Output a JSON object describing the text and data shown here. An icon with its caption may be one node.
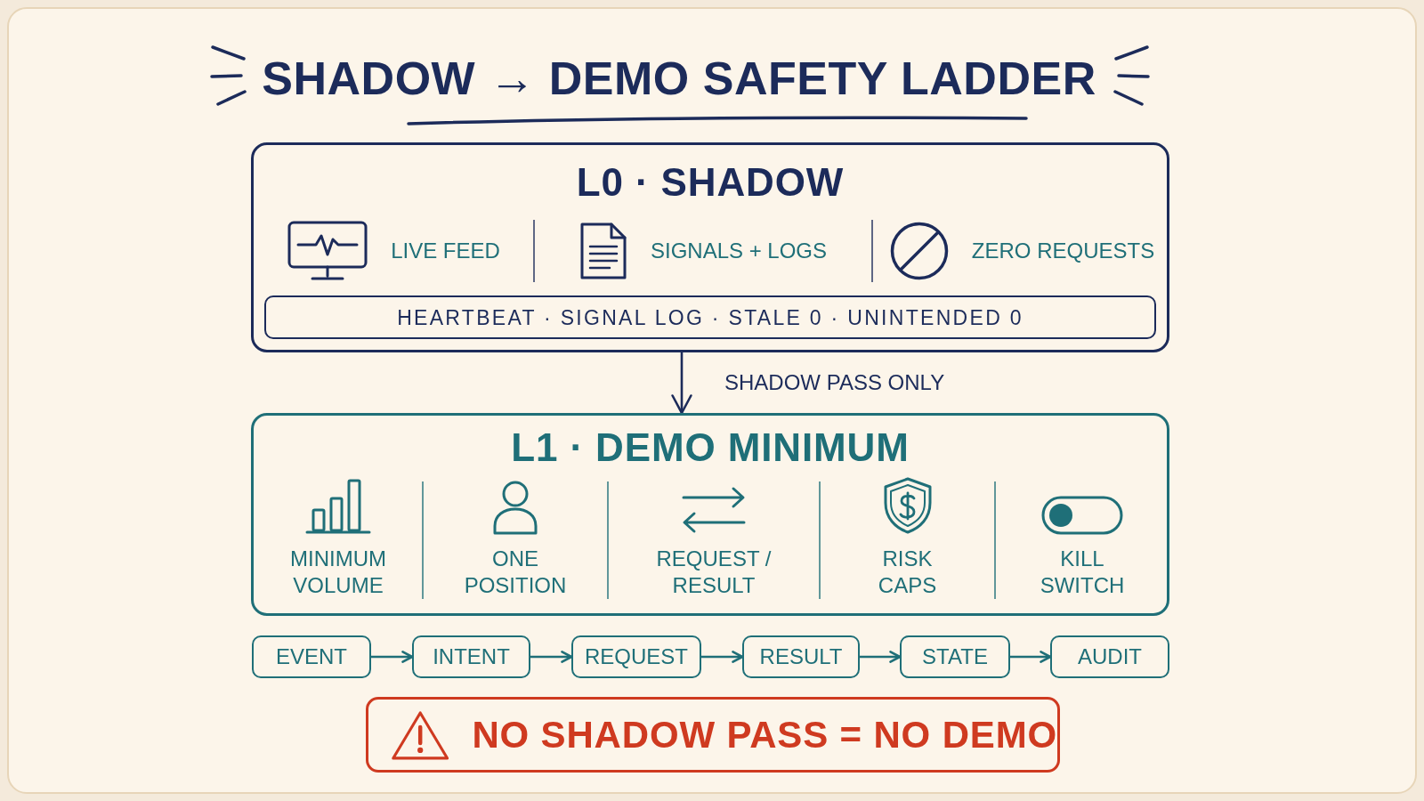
{
  "diagram": {
    "title": "SHADOW → DEMO SAFETY LADDER",
    "nodes": [
      {
        "text": [
          "L0 · SHADOW",
          "LIVE FEED",
          "SIGNALS + LOGS",
          "ZERO REQUESTS"
        ]
      },
      {
        "text": [
          "HEARTBEAT · SIGNAL LOG · STALE 0 · UNINTENDED 0"
        ],
        "in": 0
      },
      {
        "text": [
          "L1 · DEMO MINIMUM",
          "MINIMUM VOLUME",
          "ONE POSITION",
          "REQUEST / RESULT",
          "RISK CAPS",
          "KILL SWITCH"
        ]
      },
      {
        "text": [
          "EVENT"
        ]
      },
      {
        "text": [
          "INTENT"
        ]
      },
      {
        "text": [
          "REQUEST"
        ]
      },
      {
        "text": [
          "RESULT"
        ]
      },
      {
        "text": [
          "STATE"
        ]
      },
      {
        "text": [
          "AUDIT"
        ]
      },
      {
        "text": [
          "NO SHADOW PASS = NO DEMO"
        ]
      }
    ],
    "edges": [
      {
        "from": 0,
        "to": 2,
        "arrow": "to",
        "label": "SHADOW PASS ONLY",
        "color": "#1c2b5a"
      },
      {
        "from": 3,
        "to": 4,
        "arrow": "to"
      },
      {
        "from": 4,
        "to": 5,
        "arrow": "to"
      },
      {
        "from": 5,
        "to": 6,
        "arrow": "to"
      },
      {
        "from": 6,
        "to": 7,
        "arrow": "to"
      },
      {
        "from": 7,
        "to": 8,
        "arrow": "to"
      }
    ]
  }
}
